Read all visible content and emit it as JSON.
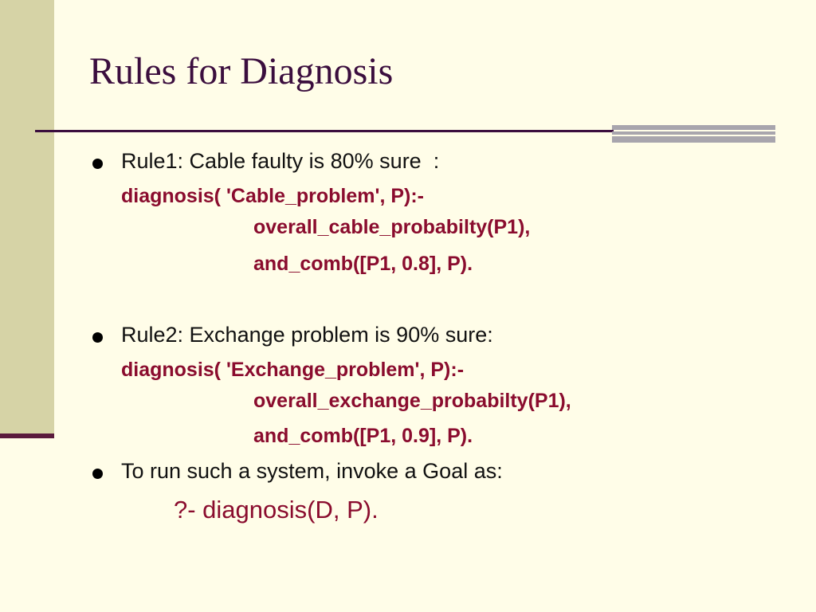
{
  "slide": {
    "title": "Rules for Diagnosis",
    "bullets": [
      {
        "text": "Rule1: Cable faulty is 80% sure  :",
        "code": [
          "diagnosis( 'Cable_problem', P):-",
          "overall_cable_probabilty(P1),",
          "and_comb([P1, 0.8], P)."
        ]
      },
      {
        "text": "Rule2: Exchange problem is 90% sure:",
        "code": [
          "diagnosis( 'Exchange_problem', P):-",
          "overall_exchange_probabilty(P1),",
          "and_comb([P1, 0.9], P)."
        ]
      },
      {
        "text": "To run such a system, invoke a Goal as:",
        "goal": "?- diagnosis(D, P)."
      }
    ]
  },
  "colors": {
    "background": "#fffde8",
    "side_band": "#d6d3a6",
    "title": "#3b0e3e",
    "code": "#8a0c2e",
    "accent_bars": "#a8a5ad"
  }
}
